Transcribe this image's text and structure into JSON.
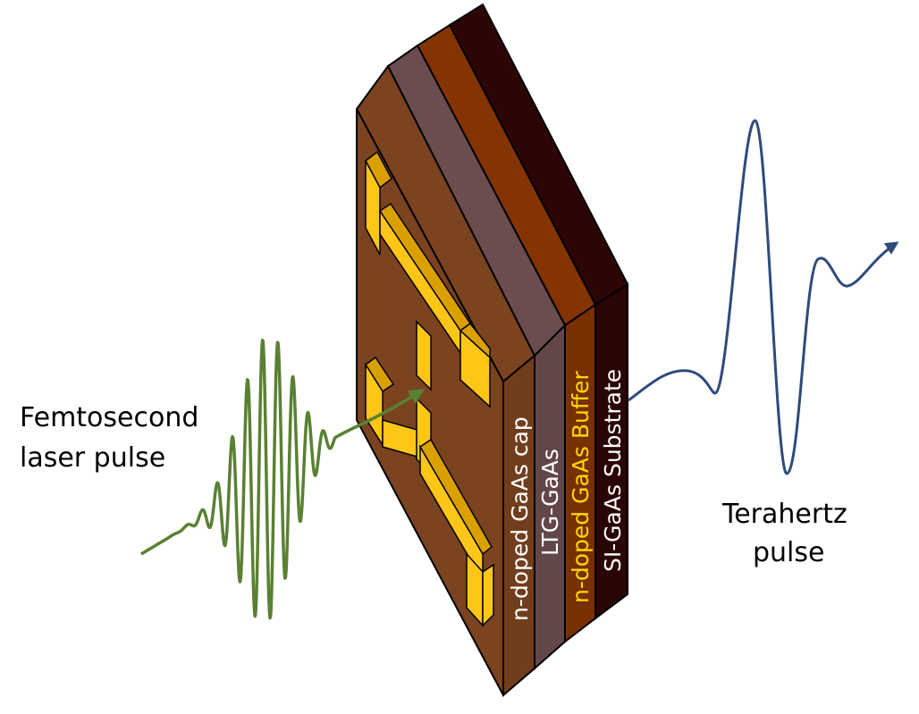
{
  "labels": {
    "laser_line1": "Femtosecond",
    "laser_line2": "laser pulse",
    "thz_line1": "Terahertz",
    "thz_line2": "pulse"
  },
  "layers": [
    {
      "name": "n-doped GaAs cap",
      "color": "#7b4320",
      "text_color": "#ffffff"
    },
    {
      "name": "LTG-GaAs",
      "color": "#6b4d4f",
      "text_color": "#ffffff"
    },
    {
      "name": "n-doped GaAs Buffer",
      "color": "#833400",
      "text_color": "#ffd800"
    },
    {
      "name": "SI-GaAs Substrate",
      "color": "#2e0505",
      "text_color": "#ffffff"
    }
  ],
  "colors": {
    "laser_wave": "#5a8133",
    "thz_wave": "#2f4a7a",
    "electrode": "#ffc617",
    "electrode_dark": "#d9a000"
  },
  "icons": [
    "laser-wave",
    "terahertz-wave",
    "antenna-electrode"
  ]
}
